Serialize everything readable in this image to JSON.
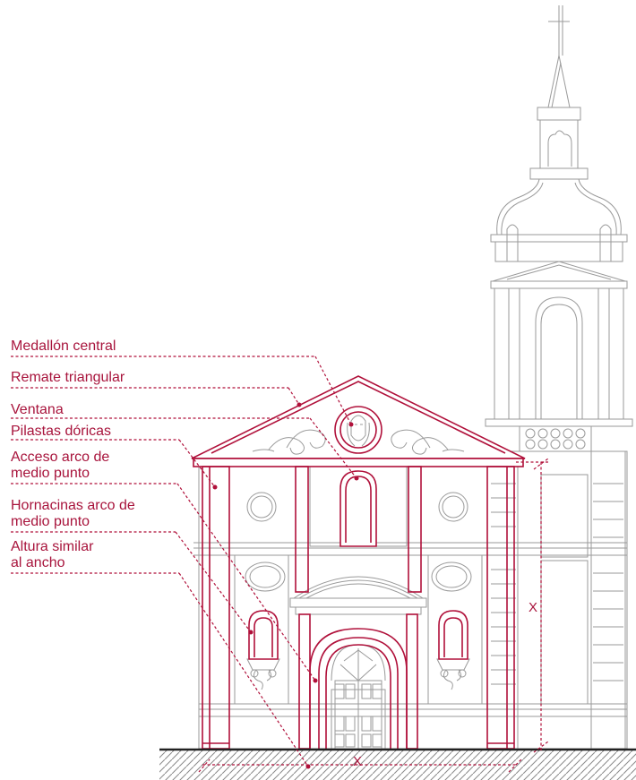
{
  "annotations": [
    {
      "id": "medallon",
      "text": "Medallón central"
    },
    {
      "id": "remate",
      "text": "Remate triangular"
    },
    {
      "id": "ventana",
      "text": "Ventana"
    },
    {
      "id": "pilastras",
      "text": "Pilastas dóricas"
    },
    {
      "id": "acceso_1",
      "text": "Acceso arco de"
    },
    {
      "id": "acceso_2",
      "text": "medio punto"
    },
    {
      "id": "hornacinas_1",
      "text": "Hornacinas  arco de"
    },
    {
      "id": "hornacinas_2",
      "text": "medio punto"
    },
    {
      "id": "altura_1",
      "text": "Altura similar"
    },
    {
      "id": "altura_2",
      "text": "al ancho"
    }
  ],
  "dimensions": {
    "width_mark": "X",
    "height_mark": "X"
  },
  "colors": {
    "accent": "#b0103a",
    "drawing": "#9a9a9a"
  }
}
